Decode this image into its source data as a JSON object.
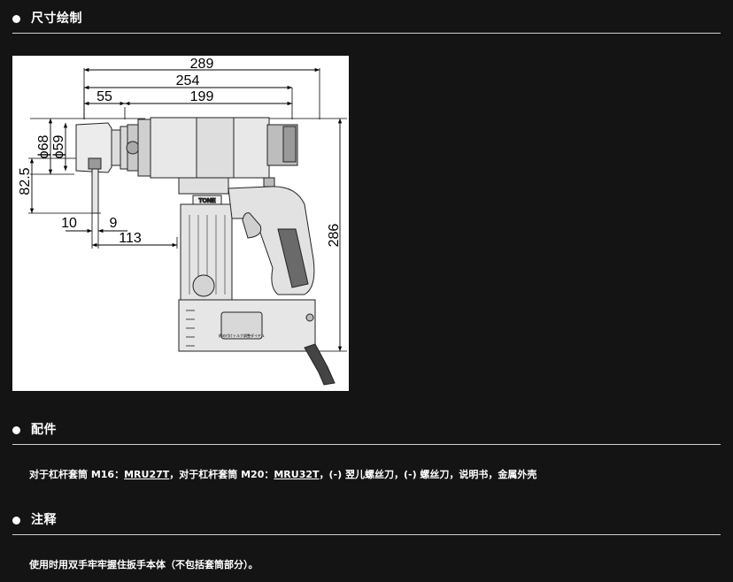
{
  "sections": {
    "dimensions": {
      "title": "尺寸绘制"
    },
    "accessories": {
      "title": "配件",
      "text_1": "对于杠杆套筒 M16：",
      "link_1": "MRU27T",
      "text_2": "，对于杠杆套筒 M20：",
      "link_2": "MRU32T",
      "text_3": "，(-) 翌儿螺丝刀，(-) 螺丝刀，说明书，金属外壳"
    },
    "notes": {
      "title": "注释",
      "text": "使用时用双手牢牢握住扳手本体（不包括套筒部分）。"
    }
  },
  "drawing": {
    "dims": {
      "overall_length": "289",
      "body_length": "254",
      "nose_length": "55",
      "rear_length": "199",
      "outer_diameter": "ϕ68",
      "inner_diameter": "ϕ59",
      "nose_height": "82.5",
      "reaction_offset": "10",
      "reaction_width": "9",
      "reaction_length": "113",
      "overall_height": "286"
    },
    "labels": {
      "brand_plate": "TONE",
      "dial_label": "締め付けトルク調整ダイヤル"
    }
  }
}
